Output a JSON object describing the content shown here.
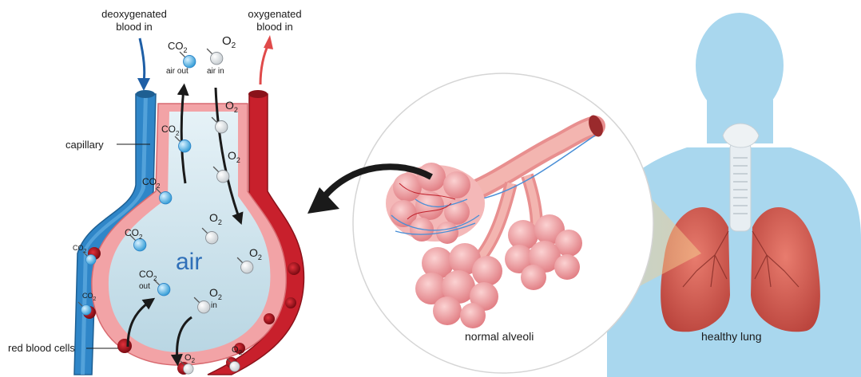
{
  "labels": {
    "deoxygenated": [
      "deoxygenated",
      "blood in"
    ],
    "oxygenated": [
      "oxygenated",
      "blood in"
    ],
    "capillary": "capillary",
    "red_blood_cells": "red blood cells",
    "air": "air",
    "normal_alveoli": "normal alveoli",
    "healthy_lung": "healthy lung"
  },
  "molecules": {
    "co2": "CO",
    "o2": "O",
    "sub": "2",
    "air_out": "air out",
    "air_in": "air in",
    "out": "out",
    "in": "in"
  },
  "colors": {
    "deoxygenated_blood": "#2f86c8",
    "oxygenated_blood": "#c8202c",
    "alveolus_air": "#cfe3ec",
    "tissue_pink": "#f2a3a6",
    "body_silhouette": "#a9d7ee",
    "co2_molecule": "#5bb6e6",
    "o2_molecule": "#ffffff"
  }
}
